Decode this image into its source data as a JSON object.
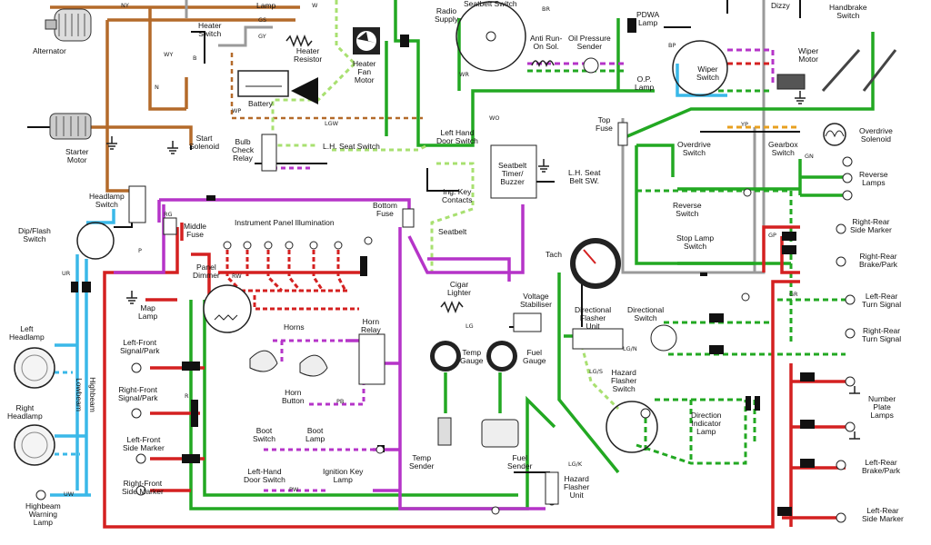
{
  "labels": {
    "lamp": "Lamp",
    "heater_switch": "Heater\nSwitch",
    "heater_resistor": "Heater\nResistor",
    "heater_fan_motor": "Heater\nFan\nMotor",
    "alternator": "Alternator",
    "battery": "Battery",
    "starter_motor": "Starter\nMotor",
    "start_solenoid": "Start\nSolenoid",
    "bulb_check_relay": "Bulb\nCheck\nRelay",
    "lh_seat_switch": "L.H. Seat Switch",
    "radio_supply": "Radio\nSupply",
    "seatbelt_switch": "Seatbelt Switch",
    "anti_run_on_sol": "Anti Run-\nOn Sol.",
    "oil_pressure_sender": "Oil Pressure\nSender",
    "pdwa_lamp": "PDWA\nLamp",
    "op_lamp": "O.P.\nLamp",
    "dizzy": "Dizzy",
    "handbrake_switch": "Handbrake\nSwitch",
    "wiper_motor": "Wiper\nMotor",
    "wiper_switch": "Wiper\nSwitch",
    "top_fuse": "Top\nFuse",
    "overdrive_switch": "Overdrive\nSwitch",
    "gearbox_switch": "Gearbox\nSwitch",
    "overdrive_solenoid": "Overdrive\nSolenoid",
    "reverse_lamps": "Reverse\nLamps",
    "reverse_switch": "Reverse\nSwitch",
    "stop_lamp_switch": "Stop Lamp\nSwitch",
    "right_rear_side_marker": "Right-Rear\nSide Marker",
    "right_rear_brake_park": "Right-Rear\nBrake/Park",
    "left_rear_turn_signal": "Left-Rear\nTurn Signal",
    "right_rear_turn_signal": "Right-Rear\nTurn Signal",
    "number_plate_lamps": "Number\nPlate\nLamps",
    "left_rear_brake_park": "Left-Rear\nBrake/Park",
    "left_rear_side_marker": "Left-Rear\nSide Marker",
    "headlamp_switch": "Headlamp\nSwitch",
    "dip_flash_switch": "Dip/Flash\nSwitch",
    "middle_fuse": "Middle\nFuse",
    "instrument_panel_illumination": "Instrument Panel Illumination",
    "bottom_fuse": "Bottom\nFuse",
    "left_hand_door_switch": "Left Hand\nDoor Switch",
    "ing_key_contacts": "Ing. Key\nContacts",
    "seatbelt_timer_buzzer": "Seatbelt\nTimer/\nBuzzer",
    "lh_seat_belt_sw": "L.H. Seat\nBelt SW.",
    "seatbelt": "Seatbelt",
    "panel_dimmer": "Panel\nDimmer",
    "map_lamp": "Map\nLamp",
    "left_headlamp": "Left\nHeadlamp",
    "right_headlamp": "Right\nHeadlamp",
    "lowbeam": "Lowbeam",
    "highbeam": "Highbeam",
    "highbeam_warning_lamp": "Highbeam\nWarning\nLamp",
    "left_front_signal_park": "Left-Front\nSignal/Park",
    "right_front_signal_park": "Right-Front\nSignal/Park",
    "left_front_side_marker": "Left-Front\nSide Marker",
    "right_front_side_marker": "Right-Front\nSide Marker",
    "horns": "Horns",
    "horn_relay": "Horn\nRelay",
    "horn_button": "Horn\nButton",
    "cigar_lighter": "Cigar\nLighter",
    "tach": "Tach",
    "voltage_stabiliser": "Voltage\nStabiliser",
    "temp_gauge": "Temp\nGauge",
    "fuel_gauge": "Fuel\nGauge",
    "temp_sender": "Temp\nSender",
    "fuel_sender": "Fuel\nSender",
    "boot_switch": "Boot\nSwitch",
    "boot_lamp": "Boot\nLamp",
    "left_hand_door_switch_2": "Left-Hand\nDoor Switch",
    "ignition_key_lamp": "Ignition Key\nLamp",
    "directional_flasher_unit": "Directional\nFlasher\nUnit",
    "directional_switch": "Directional\nSwitch",
    "hazard_flasher_switch": "Hazard\nFlasher\nSwitch",
    "direction_indicator_lamp": "Direction\nIndicator\nLamp",
    "hazard_flasher_unit": "Hazard\nFlasher\nUnit"
  },
  "wire_codes": [
    "NY",
    "W",
    "GS",
    "GY",
    "WY",
    "N",
    "B",
    "WP",
    "LGW",
    "WO",
    "BP",
    "BR",
    "WR",
    "GR",
    "YP",
    "GN",
    "GP",
    "P",
    "PB",
    "RG",
    "RW",
    "UR",
    "UW",
    "LG",
    "LG/N",
    "LG/S",
    "LG/K",
    "PW",
    "R"
  ],
  "colors": {
    "green": "#22a822",
    "red": "#d42020",
    "purple": "#b534c8",
    "brown": "#b46a2a",
    "light_blue": "#3ab8e8",
    "light_green": "#a8e070",
    "grey": "#9a9a9a",
    "black": "#111111"
  }
}
